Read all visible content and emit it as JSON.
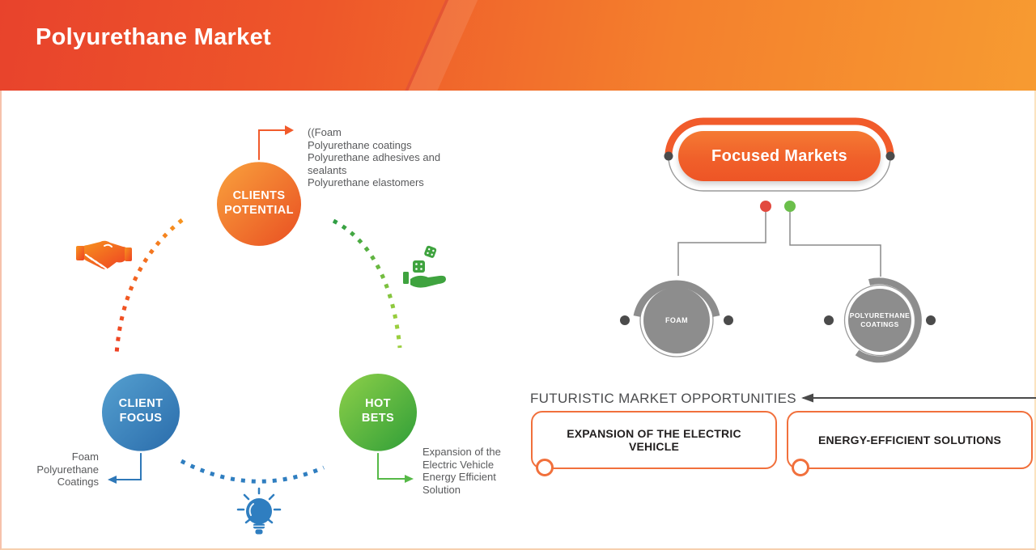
{
  "header": {
    "title": "Polyurethane Market"
  },
  "colors": {
    "header_gradient_left": "#e8432c",
    "header_gradient_right": "#f79b31",
    "orange_primary": "#f15b2b",
    "blue_primary": "#2e78b8",
    "green_primary": "#56b947",
    "gray_circle": "#8d8d8d",
    "dark_dot": "#4b4b4b",
    "red_dot": "#e2493e",
    "green_dot": "#6bbf4b",
    "box_border": "#f1703c",
    "body_text": "#595a5c"
  },
  "cycle": {
    "clients_potential": {
      "label": "CLIENTS\nPOTENTIAL",
      "details": "((Foam\nPolyurethane coatings\nPolyurethane adhesives and\nsealants\nPolyurethane elastomers"
    },
    "client_focus": {
      "label": "CLIENT\nFOCUS",
      "details": "Foam\nPolyurethane\nCoatings"
    },
    "hot_bets": {
      "label": "HOT\nBETS",
      "details": "Expansion of the\nElectric Vehicle\nEnergy Efficient\nSolution"
    },
    "icons": [
      "handshake-icon",
      "dice-hand-icon",
      "lightbulb-icon"
    ]
  },
  "focused_markets": {
    "title": "Focused Markets",
    "markets": [
      {
        "label": "FOAM"
      },
      {
        "label": "POLYURETHANE\nCOATINGS"
      }
    ]
  },
  "opportunities": {
    "heading": "FUTURISTIC MARKET OPPORTUNITIES",
    "boxes": [
      {
        "label": "EXPANSION OF THE ELECTRIC VEHICLE"
      },
      {
        "label": "ENERGY-EFFICIENT SOLUTIONS"
      }
    ]
  }
}
